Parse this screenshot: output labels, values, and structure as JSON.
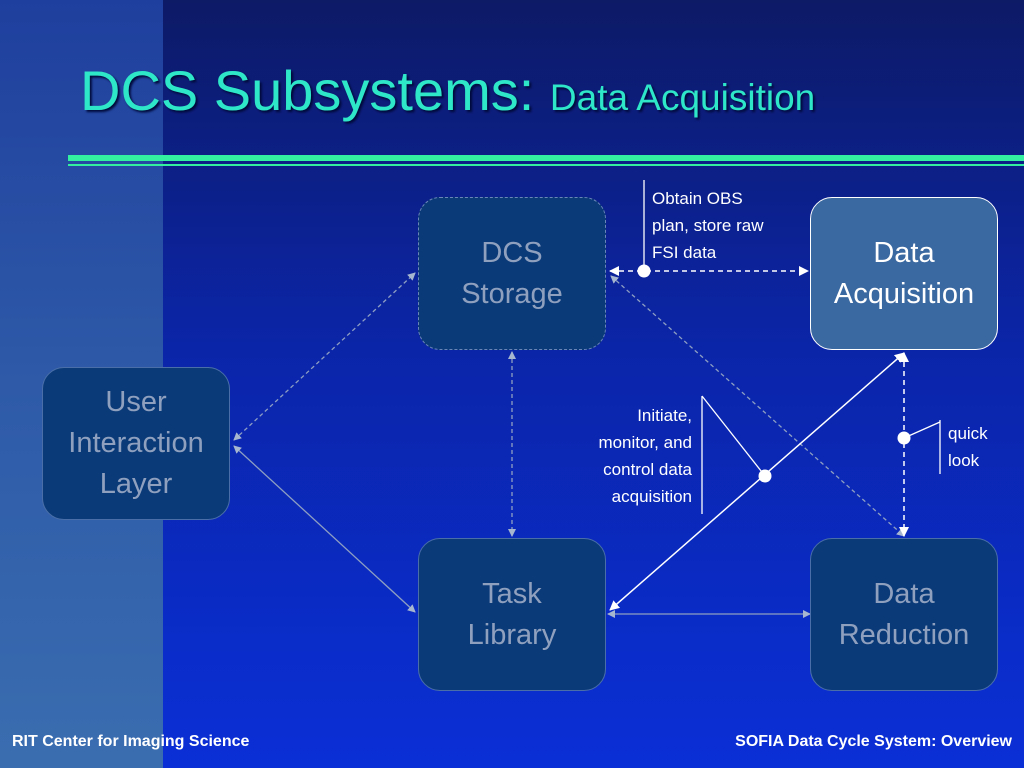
{
  "slide": {
    "title_main": "DCS Subsystems: ",
    "title_sub": "Data Acquisition"
  },
  "nodes": {
    "dcs_storage": "DCS\nStorage",
    "data_acquisition": "Data\nAcquisition",
    "user_interaction": "User\nInteraction\nLayer",
    "task_library": "Task\nLibrary",
    "data_reduction": "Data\nReduction"
  },
  "annotations": {
    "obtain_obs": "Obtain OBS\nplan, store raw\nFSI data",
    "initiate": "Initiate,\nmonitor, and\ncontrol data\nacquisition",
    "quick_look": "quick\nlook"
  },
  "footer": {
    "left": "RIT Center for Imaging Science",
    "right": "SOFIA Data Cycle System: Overview"
  },
  "colors": {
    "title": "#2ee6c8",
    "rule": "#33f0a0",
    "active_box": "#3a68a0",
    "dim_box": "#0a3a78"
  }
}
